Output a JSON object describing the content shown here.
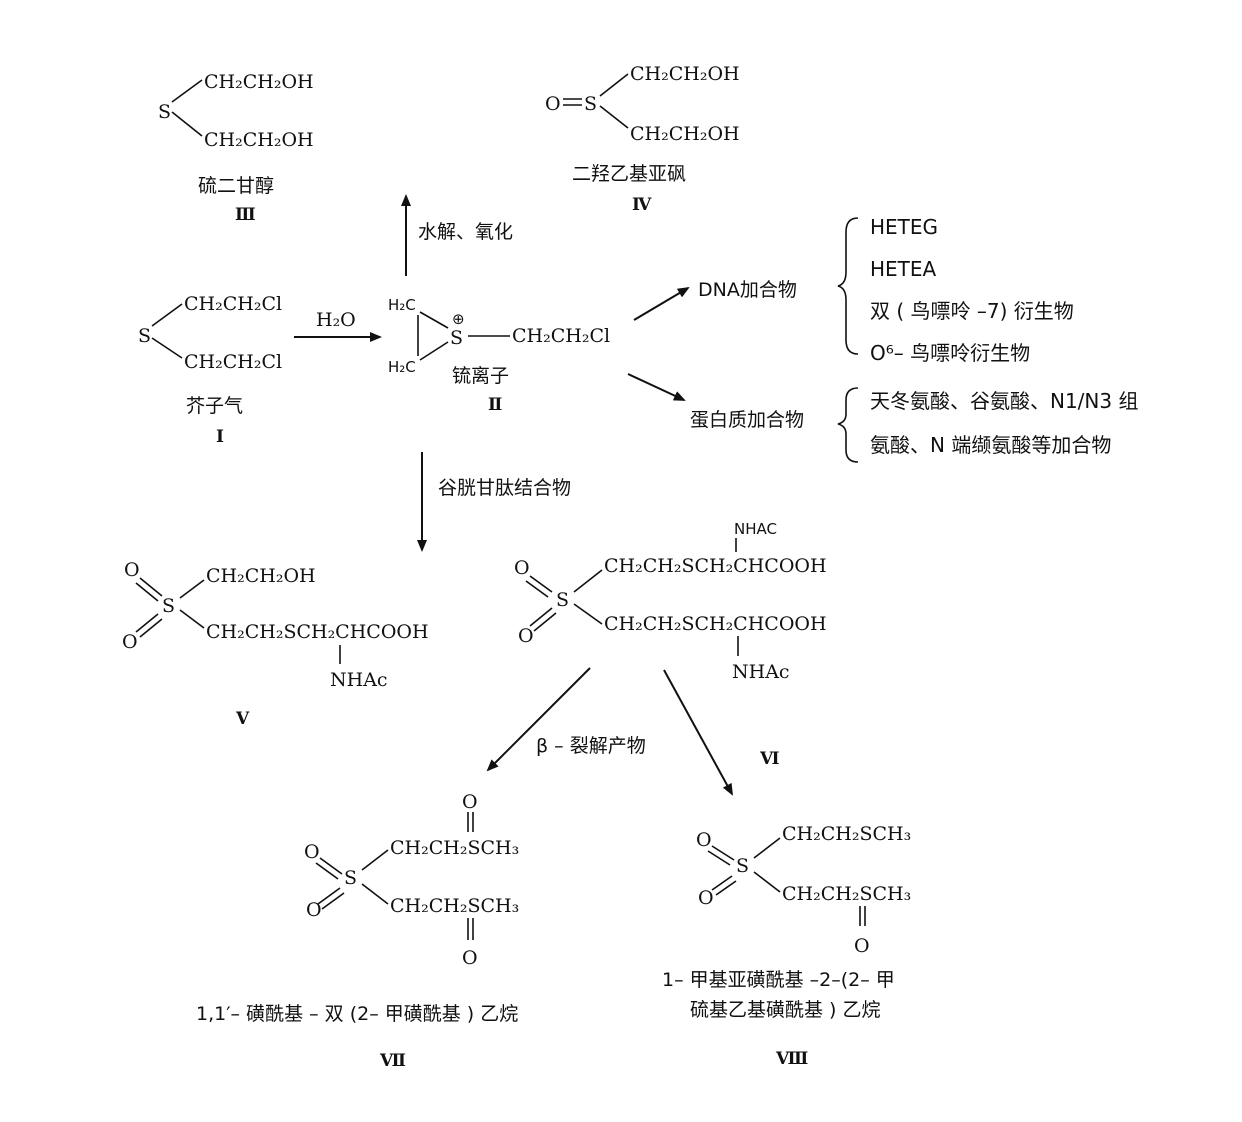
{
  "structures": {
    "thiodiglycol": {
      "arm_top": "CH₂CH₂OH",
      "arm_bottom": "CH₂CH₂OH",
      "sulfur": "S",
      "name": "硫二甘醇",
      "numeral": "Ⅲ"
    },
    "sulfoxide": {
      "oxygen": "O",
      "sulfur": "S",
      "arm_top": "CH₂CH₂OH",
      "arm_bottom": "CH₂CH₂OH",
      "name": "二羟乙基亚砜",
      "numeral": "Ⅳ"
    },
    "mustard": {
      "sulfur": "S",
      "arm_top": "CH₂CH₂Cl",
      "arm_bottom": "CH₂CH₂Cl",
      "name": "芥子气",
      "numeral": "Ⅰ"
    },
    "sulfonium": {
      "ring_top": "H₂C",
      "ring_bottom": "H₂C",
      "sulfur": "S",
      "charge": "⊕",
      "chain": "CH₂CH₂Cl",
      "name": "锍离子",
      "numeral": "Ⅱ"
    },
    "conjugate_v": {
      "oxygen_top": "O",
      "oxygen_bottom": "O",
      "sulfur": "S",
      "arm_top": "CH₂CH₂OH",
      "arm_bottom": "CH₂CH₂SCH₂CHCOOH",
      "substituent": "NHAc",
      "numeral": "Ⅴ"
    },
    "conjugate_vi": {
      "oxygen_top": "O",
      "oxygen_bottom": "O",
      "sulfur": "S",
      "substituent_top": "NHAC",
      "arm_top": "CH₂CH₂SCH₂CHCOOH",
      "arm_bottom": "CH₂CH₂SCH₂CHCOOH",
      "substituent_bottom": "NHAc",
      "numeral": "Ⅵ"
    },
    "product_vii": {
      "oxygen_a": "O",
      "oxygen_b": "O",
      "oxygen_c": "O",
      "oxygen_d": "O",
      "sulfur": "S",
      "arm_top": "CH₂CH₂SCH₃",
      "arm_bottom": "CH₂CH₂SCH₃",
      "name": "1,1′– 磺酰基 – 双 (2– 甲磺酰基 ) 乙烷",
      "numeral": "Ⅶ"
    },
    "product_viii": {
      "oxygen_a": "O",
      "oxygen_b": "O",
      "oxygen_c": "O",
      "sulfur": "S",
      "arm_top": "CH₂CH₂SCH₃",
      "arm_bottom": "CH₂CH₂SCH₃",
      "name_line1": "1– 甲基亚磺酰基 –2–(2– 甲",
      "name_line2": "硫基乙基磺酰基 ) 乙烷",
      "numeral": "Ⅷ"
    }
  },
  "arrows": {
    "hydrolysis_oxidation": "水解、氧化",
    "water": "H₂O",
    "dna_adducts": "DNA加合物",
    "protein_adducts": "蛋白质加合物",
    "glutathione_conjugate": "谷胱甘肽结合物",
    "beta_lyase": "β – 裂解产物"
  },
  "dna_adduct_list": [
    "HETEG",
    "HETEA",
    "双 ( 鸟嘌呤 –7) 衍生物",
    "O⁶– 鸟嘌呤衍生物"
  ],
  "protein_adduct_list": [
    "天冬氨酸、谷氨酸、N1/N3 组",
    "氨酸、N 端缬氨酸等加合物"
  ]
}
